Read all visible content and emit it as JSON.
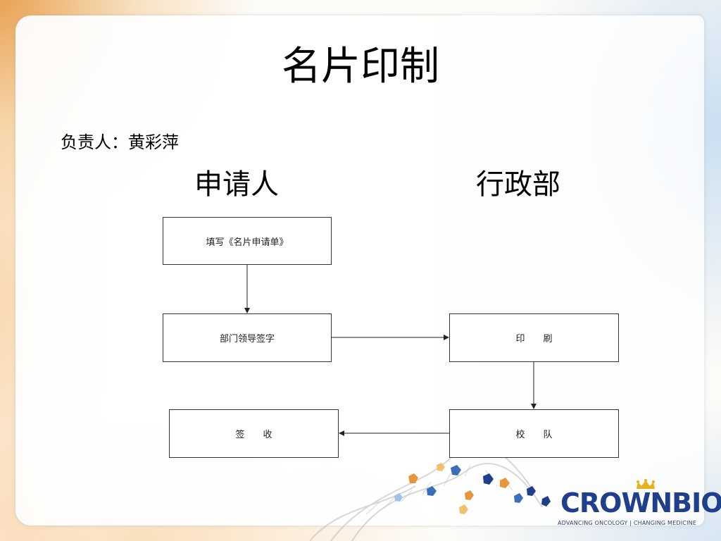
{
  "slide": {
    "title": "名片印制",
    "owner": "负责人：黄彩萍",
    "lanes": {
      "left": "申请人",
      "right": "行政部"
    }
  },
  "flow": {
    "steps": {
      "fill_form": "填写《名片申请单》",
      "leader_sign": "部门领导签字",
      "print": "印　　刷",
      "proofread": "校　　队",
      "receive": "签　　收"
    },
    "edges": [
      [
        "fill_form",
        "leader_sign"
      ],
      [
        "leader_sign",
        "print"
      ],
      [
        "print",
        "proofread"
      ],
      [
        "proofread",
        "receive"
      ]
    ]
  },
  "brand": {
    "logo_word": "CROWNBIO",
    "tagline": "ADVANCING ONCOLOGY | CHANGING MEDICINE",
    "colors": {
      "navy": "#1f3e8c",
      "gold": "#e8b21c",
      "orange": "#e6963c",
      "blue": "#a0c8eb"
    }
  }
}
